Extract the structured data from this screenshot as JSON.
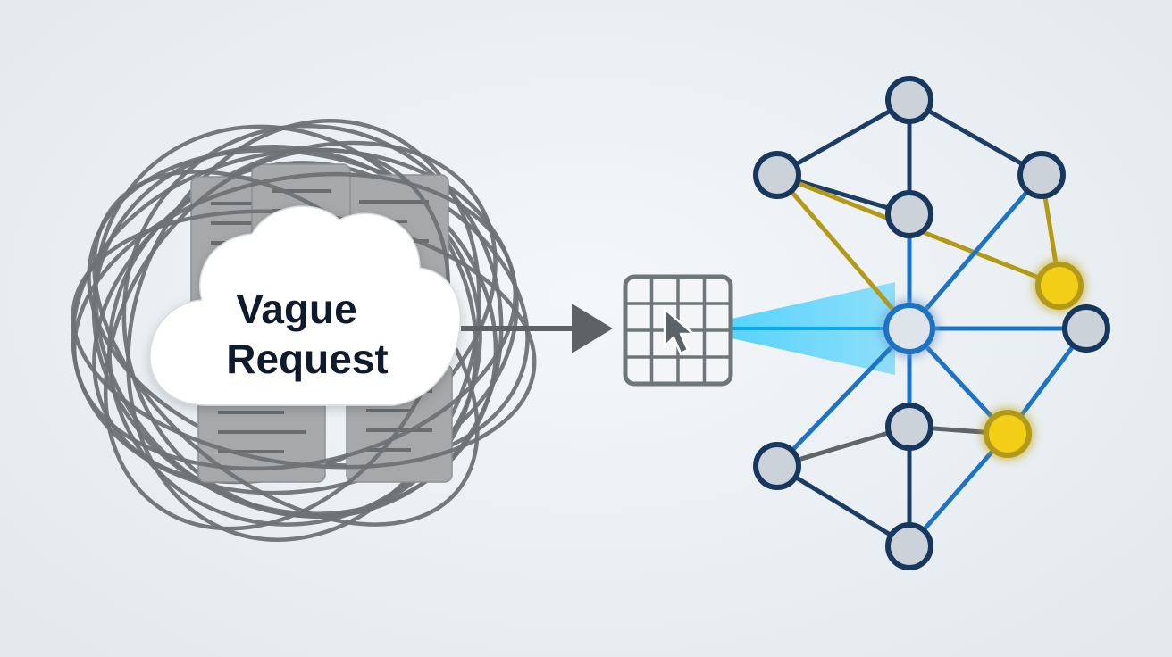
{
  "cloud": {
    "line1": "Vague",
    "line2": "Request"
  },
  "colors": {
    "tangle": "#6f7274",
    "document": "#a6a8aa",
    "document_mark": "#6a6d70",
    "cloud_fill": "#ffffff",
    "arrow": "#5f6264",
    "grid": "#6f7679",
    "beam": "#22c8ff",
    "node_fill": "#cbd2da",
    "node_stroke_dark": "#17385e",
    "edge_dark": "#1c3e66",
    "edge_blue": "#1d73c4",
    "edge_gold": "#b29a16",
    "edge_gray": "#5f6668",
    "node_highlight": "#f2cf14"
  },
  "icons": {
    "arrow": "arrow-right-icon",
    "grid": "grid-icon",
    "cursor": "mouse-cursor-icon"
  },
  "graph": {
    "nodes": [
      {
        "id": "top",
        "highlight": false
      },
      {
        "id": "upper-left",
        "highlight": false
      },
      {
        "id": "upper-right",
        "highlight": false
      },
      {
        "id": "upper-center",
        "highlight": false
      },
      {
        "id": "hub",
        "highlight": false
      },
      {
        "id": "right-yellow",
        "highlight": true
      },
      {
        "id": "far-right",
        "highlight": false
      },
      {
        "id": "lower-center",
        "highlight": false
      },
      {
        "id": "lower-right-yellow",
        "highlight": true
      },
      {
        "id": "lower-left",
        "highlight": false
      },
      {
        "id": "bottom",
        "highlight": false
      }
    ],
    "edges": [
      {
        "from": "top",
        "to": "upper-left",
        "kind": "dark"
      },
      {
        "from": "top",
        "to": "upper-right",
        "kind": "dark"
      },
      {
        "from": "top",
        "to": "upper-center",
        "kind": "dark"
      },
      {
        "from": "upper-left",
        "to": "upper-center",
        "kind": "dark"
      },
      {
        "from": "upper-left",
        "to": "right-yellow",
        "kind": "gold"
      },
      {
        "from": "upper-left",
        "to": "hub",
        "kind": "gold"
      },
      {
        "from": "upper-right",
        "to": "right-yellow",
        "kind": "gold"
      },
      {
        "from": "upper-right",
        "to": "hub",
        "kind": "blue"
      },
      {
        "from": "upper-center",
        "to": "hub",
        "kind": "blue"
      },
      {
        "from": "hub",
        "to": "far-right",
        "kind": "blue"
      },
      {
        "from": "hub",
        "to": "lower-left",
        "kind": "blue"
      },
      {
        "from": "hub",
        "to": "lower-right-yellow",
        "kind": "blue"
      },
      {
        "from": "hub",
        "to": "lower-center",
        "kind": "blue"
      },
      {
        "from": "far-right",
        "to": "lower-right-yellow",
        "kind": "blue"
      },
      {
        "from": "lower-center",
        "to": "lower-left",
        "kind": "gray"
      },
      {
        "from": "lower-center",
        "to": "lower-right-yellow",
        "kind": "gray"
      },
      {
        "from": "lower-center",
        "to": "bottom",
        "kind": "dark"
      },
      {
        "from": "lower-left",
        "to": "bottom",
        "kind": "dark"
      },
      {
        "from": "lower-right-yellow",
        "to": "bottom",
        "kind": "blue"
      }
    ]
  }
}
